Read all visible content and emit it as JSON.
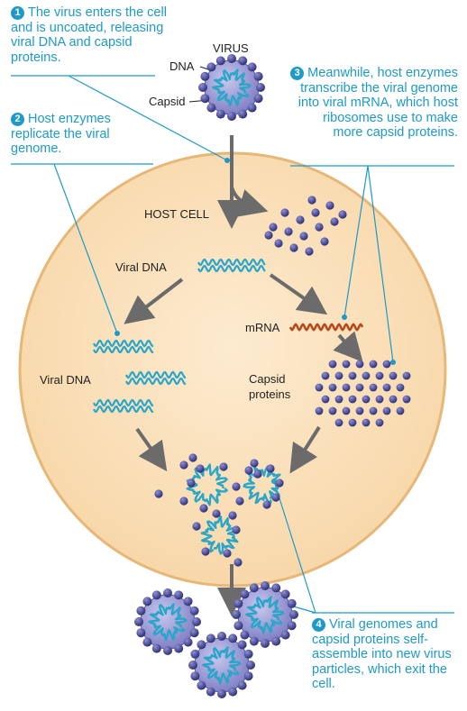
{
  "colors": {
    "step_text": "#1d9ac9",
    "cell_fill": "#fbe3c2",
    "cell_edge": "#e6b777",
    "arrow": "#6b6b6b",
    "dna": "#2ba6c8",
    "mrna": "#b64a1a",
    "capsid": "#3f3f86"
  },
  "step1": {
    "num": "1",
    "text": "The virus enters the cell and is uncoated, releasing viral DNA and capsid proteins."
  },
  "step2": {
    "num": "2",
    "text": "Host enzymes replicate the viral genome."
  },
  "step3": {
    "num": "3",
    "text": "Meanwhile, host enzymes transcribe the viral genome into viral mRNA, which host ribosomes use to make more capsid proteins."
  },
  "step4": {
    "num": "4",
    "text": "Viral genomes and capsid proteins self-assemble into new virus particles, which exit the cell."
  },
  "labels": {
    "virus": "VIRUS",
    "dna": "DNA",
    "capsid": "Capsid",
    "host_cell": "HOST CELL",
    "viral_dna_top": "Viral DNA",
    "viral_dna_left": "Viral DNA",
    "mrna": "mRNA",
    "capsid_proteins_1": "Capsid",
    "capsid_proteins_2": "proteins"
  }
}
